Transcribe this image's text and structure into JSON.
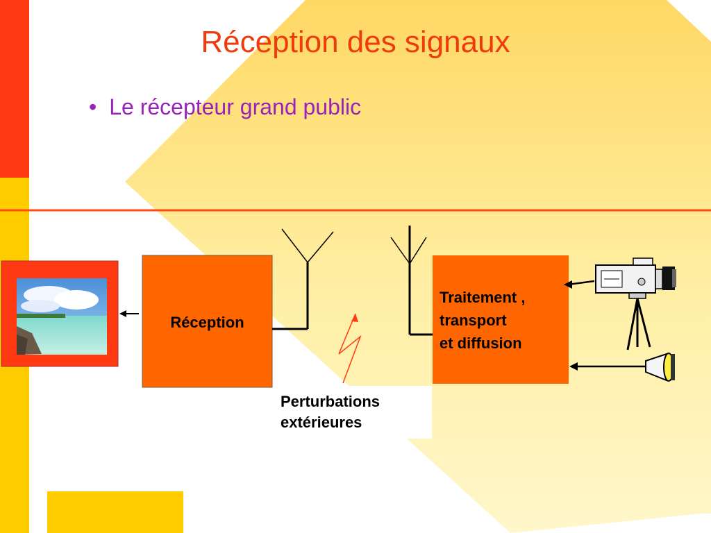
{
  "slide": {
    "title": "Réception des signaux",
    "bullet": "Le récepteur grand public"
  },
  "diagram": {
    "reception_label": "Réception",
    "processing_line1": "Traitement ,",
    "processing_line2": "transport",
    "processing_line3": "et diffusion",
    "disturbance_line1": "Perturbations",
    "disturbance_line2": "extérieures"
  },
  "colors": {
    "accent_red": "#ee3a0c",
    "box_orange": "#ff6600",
    "stripe_yellow": "#ffcc00",
    "bullet_purple": "#9922bb"
  },
  "icons": [
    "antenna-icon",
    "video-camera-icon",
    "microphone-icon",
    "lightning-icon",
    "beach-photo"
  ]
}
